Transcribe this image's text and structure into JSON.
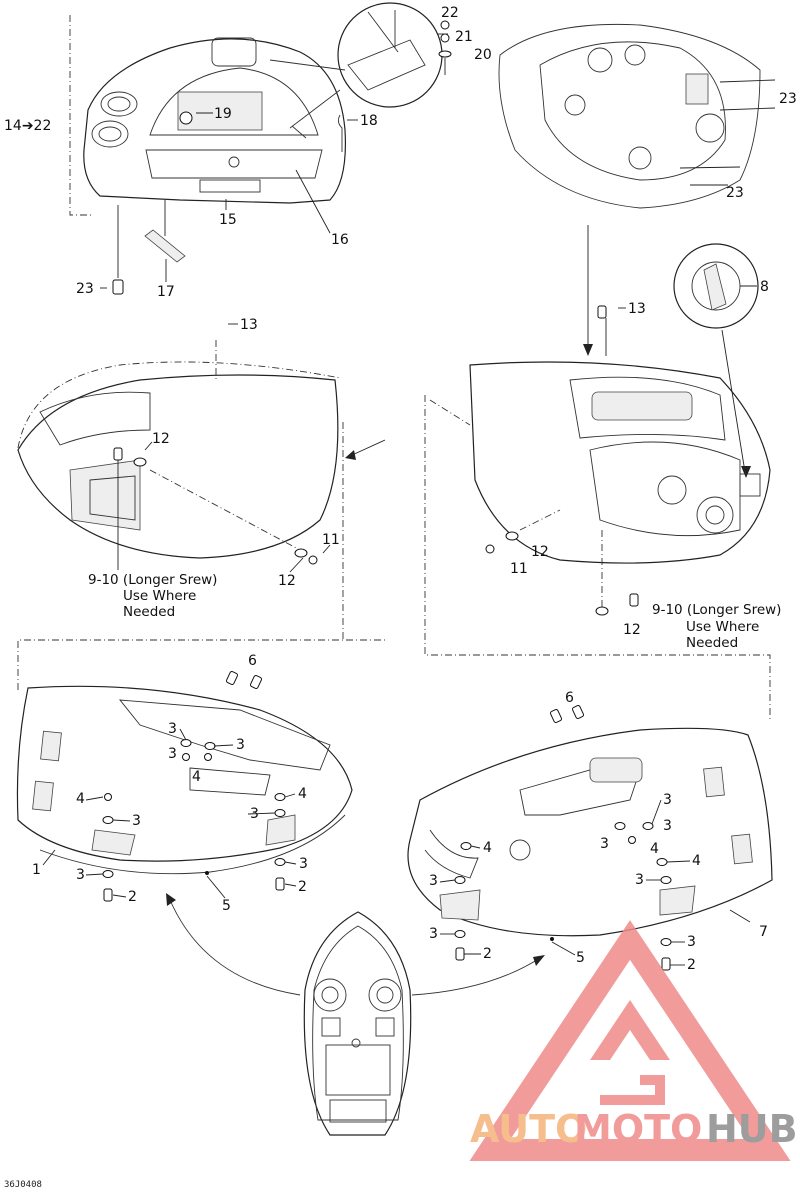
{
  "callouts": {
    "c1": "1",
    "c2": "2",
    "c3": "3",
    "c4": "4",
    "c5": "5",
    "c6": "6",
    "c7": "7",
    "c8": "8",
    "c11": "11",
    "c12": "12",
    "c13": "13",
    "c15": "15",
    "c16": "16",
    "c17": "17",
    "c18": "18",
    "c19": "19",
    "c20": "20",
    "c21": "21",
    "c22": "22",
    "c23": "23",
    "c14_22": "14➔22"
  },
  "notes": {
    "screw_line1": "9-10 (Longer Srew)",
    "screw_line2": "Use Where",
    "screw_line3": "Needed"
  },
  "reference_code": "36J0408",
  "watermark": {
    "part1": "AUTO",
    "part2": "MOTO",
    "part3": "HUB",
    "color_orange": "#f5b37a",
    "color_red": "#ef8a8a",
    "color_gray": "#8c8c8c"
  }
}
